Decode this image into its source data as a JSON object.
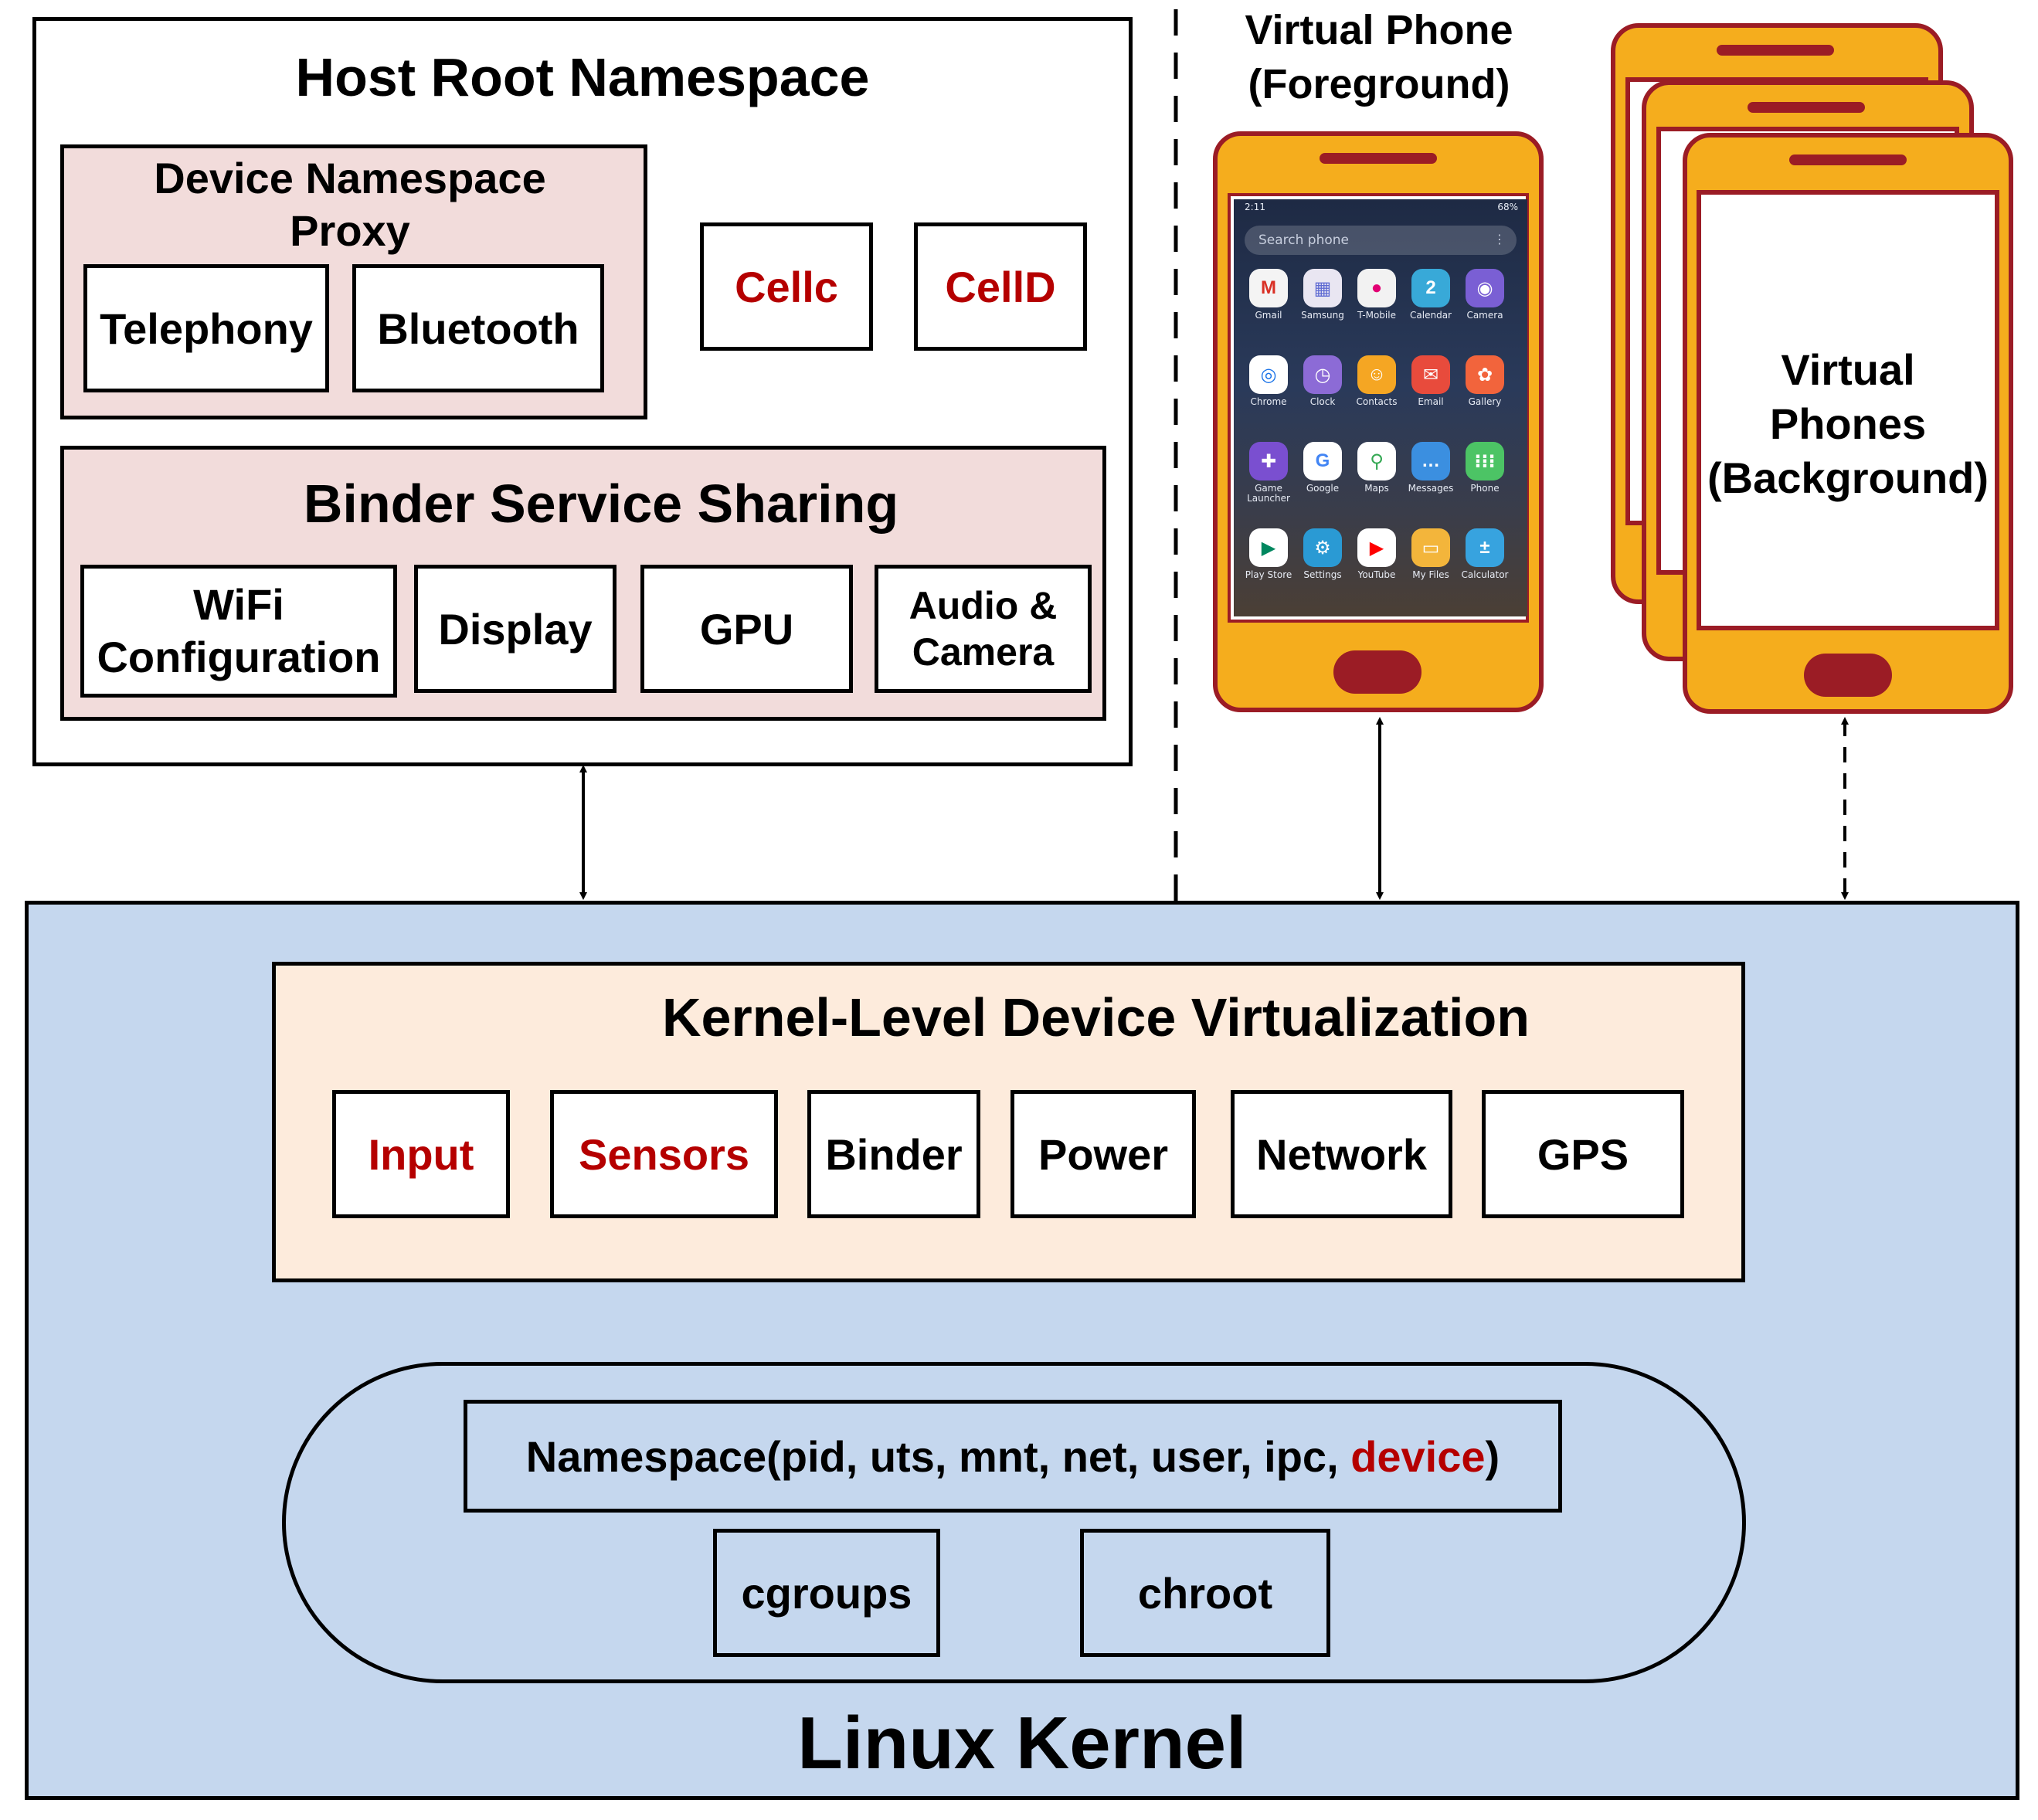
{
  "host": {
    "title": "Host Root Namespace",
    "device_proxy": {
      "title": "Device Namespace Proxy",
      "items": [
        "Telephony",
        "Bluetooth"
      ]
    },
    "cellc": "Cellc",
    "cellid": "CellD",
    "binder_sharing": {
      "title": "Binder Service Sharing",
      "items": [
        {
          "line1": "WiFi",
          "line2": "Configuration"
        },
        {
          "line1": "Display",
          "line2": ""
        },
        {
          "line1": "GPU",
          "line2": ""
        },
        {
          "line1": "Audio &",
          "line2": "Camera"
        }
      ]
    }
  },
  "virtual_fg": {
    "title_line1": "Virtual Phone",
    "title_line2": "(Foreground)",
    "screen": {
      "time": "2:11",
      "status_right": "68%",
      "search_placeholder": "Search phone",
      "apps": [
        {
          "name": "Gmail",
          "color": "#f4f4f4",
          "glyph": "M",
          "glyph_color": "#d93025"
        },
        {
          "name": "Samsung",
          "color": "#e9e6f2",
          "glyph": "▦",
          "glyph_color": "#5e6ad2"
        },
        {
          "name": "T-Mobile",
          "color": "#f2f2f2",
          "glyph": "●",
          "glyph_color": "#e20074"
        },
        {
          "name": "Calendar",
          "color": "#38a9d8",
          "glyph": "2",
          "glyph_color": "#ffffff"
        },
        {
          "name": "Camera",
          "color": "#7a5fd4",
          "glyph": "◉",
          "glyph_color": "#ffffff"
        },
        {
          "name": "Chrome",
          "color": "#ffffff",
          "glyph": "◎",
          "glyph_color": "#1a73e8"
        },
        {
          "name": "Clock",
          "color": "#8c6bd6",
          "glyph": "◷",
          "glyph_color": "#ffffff"
        },
        {
          "name": "Contacts",
          "color": "#f5a623",
          "glyph": "☺",
          "glyph_color": "#ffffff"
        },
        {
          "name": "Email",
          "color": "#e84b3c",
          "glyph": "✉",
          "glyph_color": "#ffffff"
        },
        {
          "name": "Gallery",
          "color": "#f2643c",
          "glyph": "✿",
          "glyph_color": "#ffffff"
        },
        {
          "name": "Game Launcher",
          "color": "#7a4fd0",
          "glyph": "✚",
          "glyph_color": "#ffffff"
        },
        {
          "name": "Google",
          "color": "#ffffff",
          "glyph": "G",
          "glyph_color": "#4285f4"
        },
        {
          "name": "Maps",
          "color": "#ffffff",
          "glyph": "⚲",
          "glyph_color": "#34a853"
        },
        {
          "name": "Messages",
          "color": "#3b8fe0",
          "glyph": "…",
          "glyph_color": "#ffffff"
        },
        {
          "name": "Phone",
          "color": "#4cc465",
          "glyph": "⁝⁝⁝",
          "glyph_color": "#ffffff"
        },
        {
          "name": "Play Store",
          "color": "#ffffff",
          "glyph": "▶",
          "glyph_color": "#01875f"
        },
        {
          "name": "Settings",
          "color": "#2a9ad4",
          "glyph": "⚙",
          "glyph_color": "#ffffff"
        },
        {
          "name": "YouTube",
          "color": "#ffffff",
          "glyph": "▶",
          "glyph_color": "#ff0000"
        },
        {
          "name": "My Files",
          "color": "#f3b53b",
          "glyph": "▭",
          "glyph_color": "#ffffff"
        },
        {
          "name": "Calculator",
          "color": "#37a3df",
          "glyph": "±",
          "glyph_color": "#ffffff"
        }
      ]
    }
  },
  "virtual_bg": {
    "title_line1": "Virtual",
    "title_line2": "Phones",
    "title_line3": "(Background)"
  },
  "kernel": {
    "title": "Linux Kernel",
    "kldv": {
      "title": "Kernel-Level Device Virtualization",
      "items": [
        {
          "label": "Input",
          "highlight": true
        },
        {
          "label": "Sensors",
          "highlight": true
        },
        {
          "label": "Binder",
          "highlight": false
        },
        {
          "label": "Power",
          "highlight": false
        },
        {
          "label": "Network",
          "highlight": false
        },
        {
          "label": "GPS",
          "highlight": false
        }
      ]
    },
    "namespace": {
      "prefix": "Namespace(pid, uts, mnt, net, user, ipc, ",
      "highlight": "device",
      "suffix": ")"
    },
    "cgroups": "cgroups",
    "chroot": "chroot"
  },
  "colors": {
    "accent_red": "#b50000",
    "proxy_fill": "#f2dcdb",
    "kernel_fill": "#c5d7ee",
    "kldv_fill": "#fdebdc",
    "phone_frame": "#9b1c25",
    "phone_body": "#f5ad1d"
  }
}
